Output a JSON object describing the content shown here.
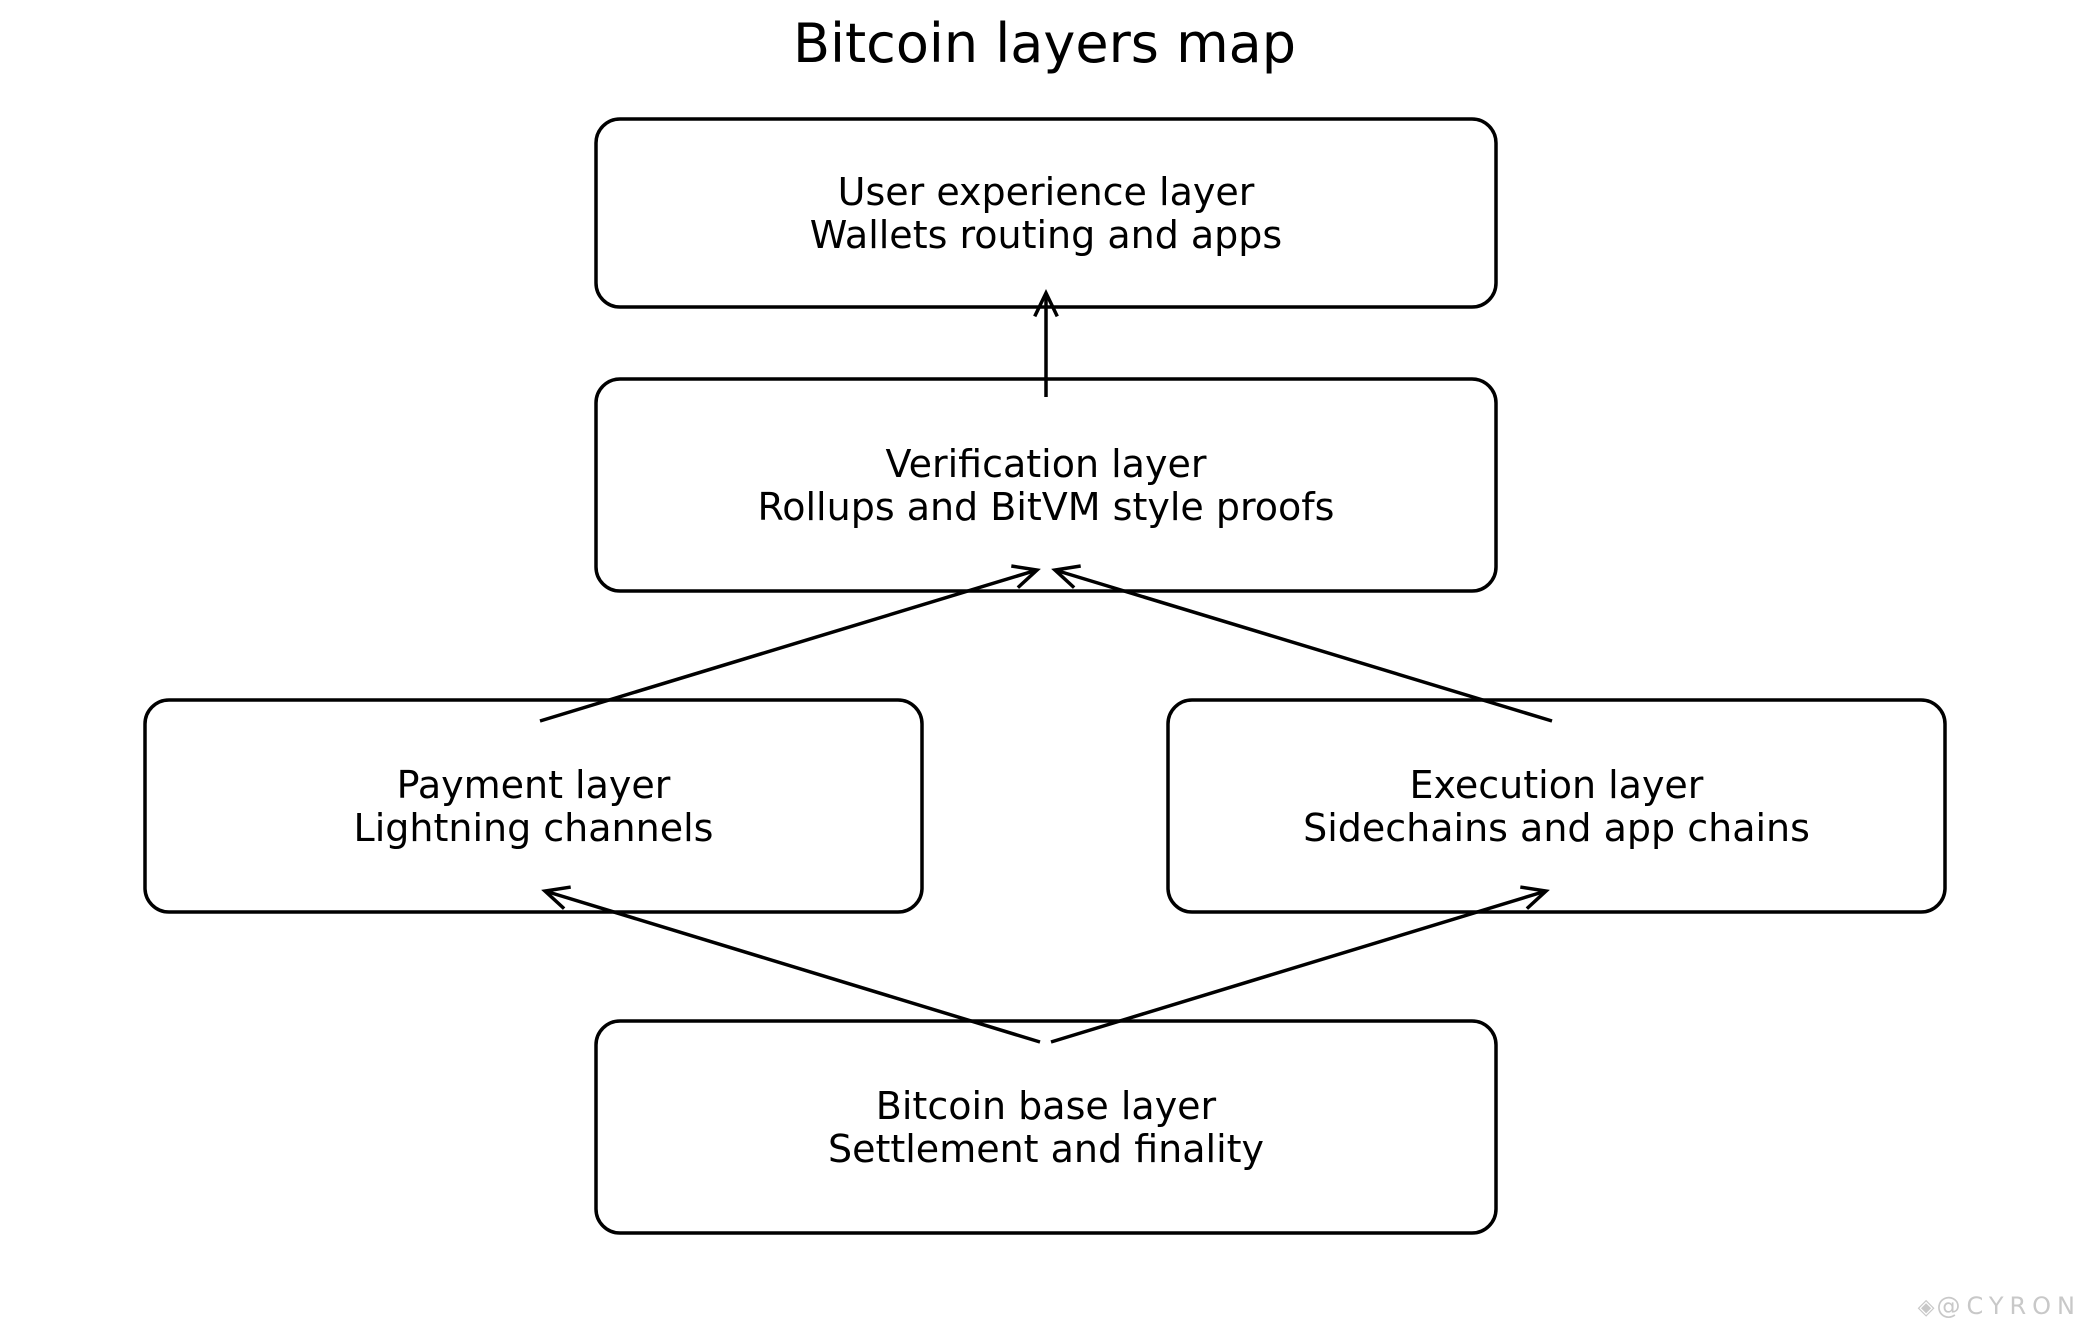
{
  "title": "Bitcoin layers map",
  "nodes": [
    {
      "id": "ux",
      "line1": "User experience layer",
      "line2": "Wallets routing and apps"
    },
    {
      "id": "verification",
      "line1": "Verification layer",
      "line2": "Rollups and BitVM style proofs"
    },
    {
      "id": "payment",
      "line1": "Payment layer",
      "line2": "Lightning channels"
    },
    {
      "id": "execution",
      "line1": "Execution layer",
      "line2": "Sidechains and app chains"
    },
    {
      "id": "base",
      "line1": "Bitcoin base layer",
      "line2": "Settlement and finality"
    }
  ],
  "edges": [
    {
      "from": "verification",
      "to": "ux"
    },
    {
      "from": "payment",
      "to": "verification"
    },
    {
      "from": "execution",
      "to": "verification"
    },
    {
      "from": "base",
      "to": "payment"
    },
    {
      "from": "base",
      "to": "execution"
    }
  ],
  "watermark": {
    "icon": "binance-diamond-icon",
    "text": "@CYRON"
  }
}
